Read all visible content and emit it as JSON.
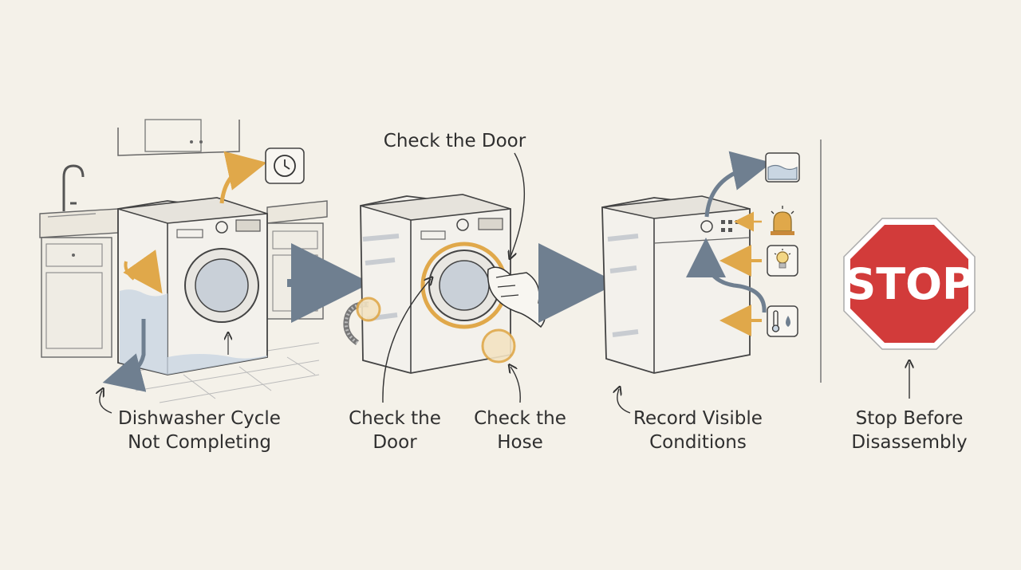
{
  "steps": [
    {
      "label_lines": [
        "Dishwasher Cycle",
        "Not Completing"
      ]
    },
    {
      "label_lines": [
        "Check the",
        "Door"
      ]
    },
    {
      "label_lines": [
        "Check the",
        "Hose"
      ]
    },
    {
      "label_lines": [
        "Record Visible",
        "Conditions"
      ]
    },
    {
      "label_lines": [
        "Stop Before",
        "Disassembly"
      ]
    }
  ],
  "callout": "Check the Door",
  "stop_sign": {
    "text": "STOP",
    "color": "#d23b3a"
  },
  "accent_colors": {
    "orange": "#e0a84a",
    "blue_gray": "#6f7f90",
    "water": "#c9d6e2"
  },
  "icons": [
    "clock-icon",
    "water-level-icon",
    "warning-light-icon",
    "light-bulb-icon",
    "temperature-icon"
  ]
}
